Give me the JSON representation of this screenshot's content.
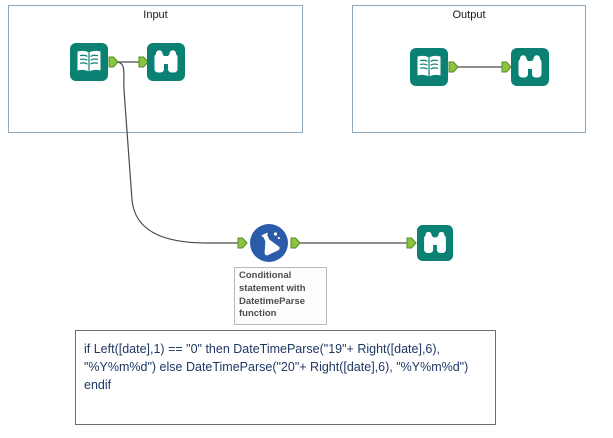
{
  "colors": {
    "teal": "#0b8174",
    "formula-blue": "#2a5caa",
    "anchor-fill": "#8bc53f",
    "anchor-stroke": "#4f8c28",
    "wire": "#4a4a4a",
    "container-border": "#8ea8be",
    "annotation-border": "#b8b8b8",
    "annotation-text": "#4d4d4d",
    "comment-text": "#1f3864"
  },
  "containers": {
    "input": {
      "label": "Input"
    },
    "output": {
      "label": "Output"
    }
  },
  "icons": {
    "input_data": "open-book-icon",
    "browse": "binoculars-icon",
    "formula": "flask-icon",
    "anchor": "connection-arrow-icon"
  },
  "annotation": {
    "text": "Conditional statement with DatetimeParse function"
  },
  "comment": {
    "text": "if Left([date],1) == \"0\" then DateTimeParse(\"19\"+ Right([date],6), \"%Y%m%d\") else DateTimeParse(\"20\"+ Right([date],6), \"%Y%m%d\")\nendif"
  }
}
